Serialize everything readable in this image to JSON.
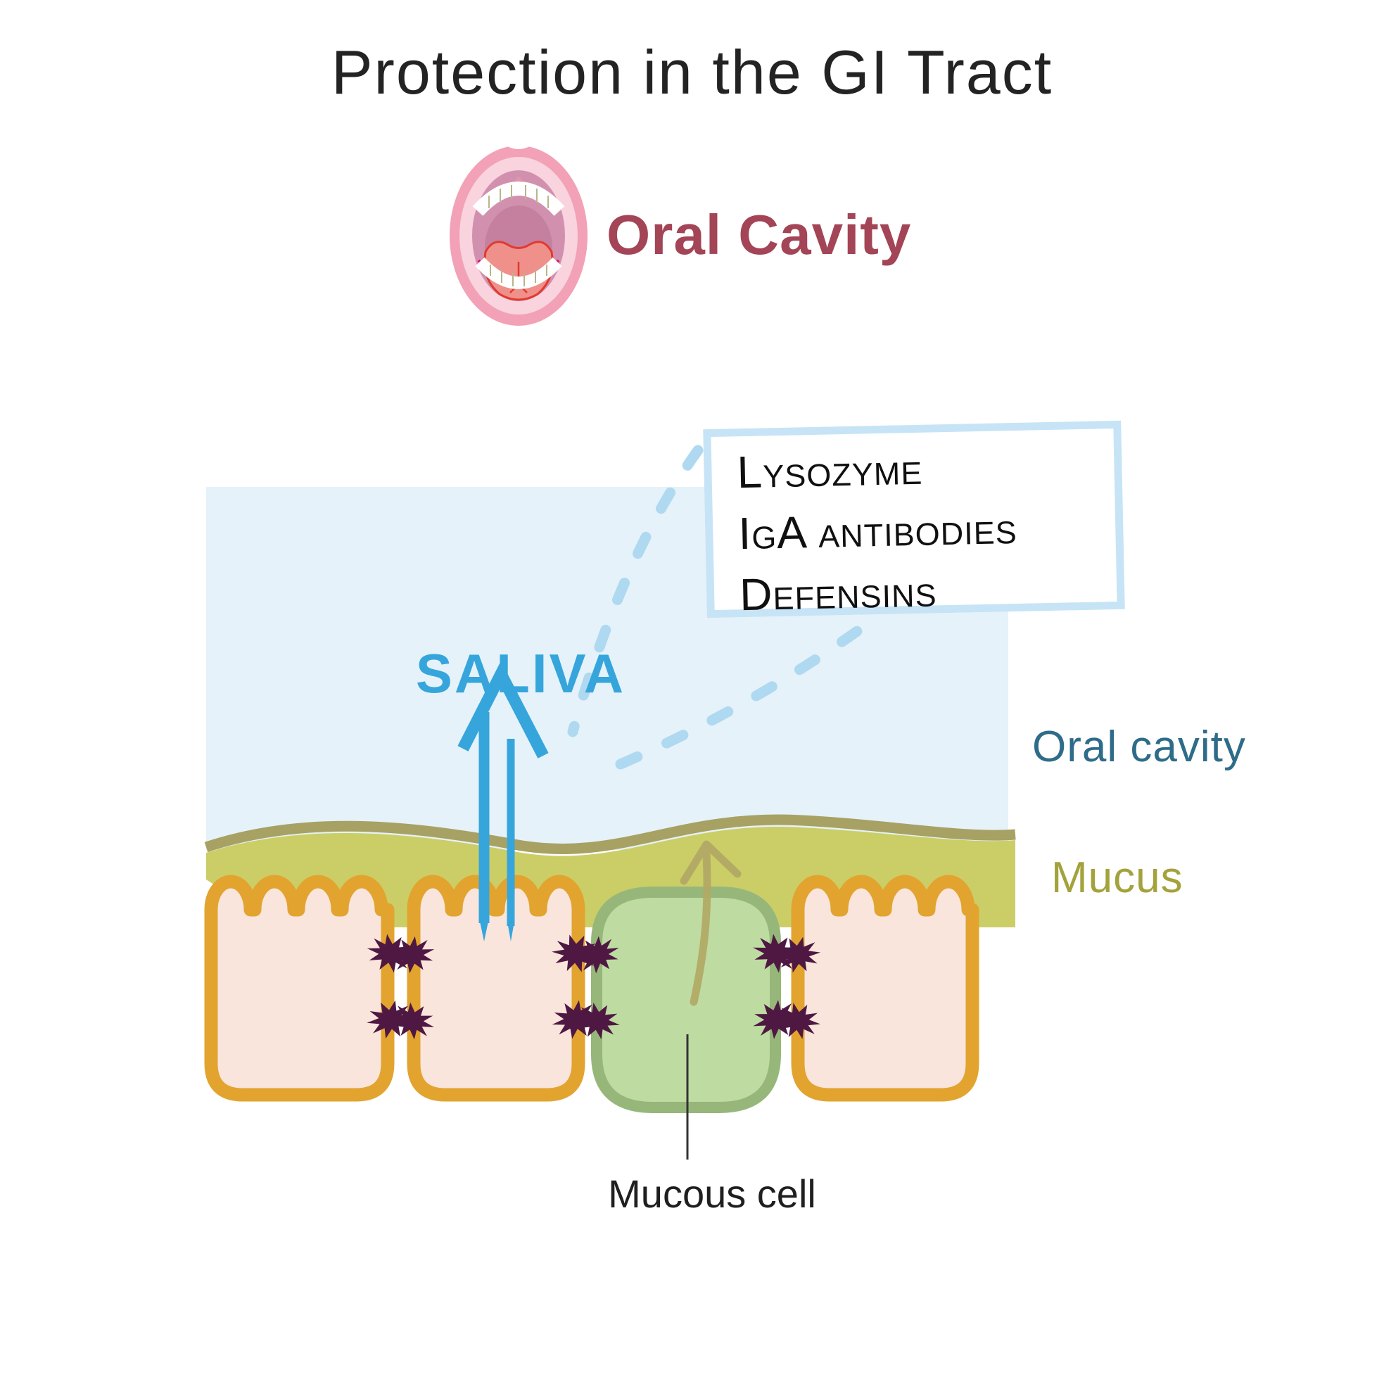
{
  "page": {
    "title": "Protection in the GI Tract",
    "background": "#FFFFFF"
  },
  "header": {
    "section_label": "Oral Cavity",
    "section_color": "#A34457",
    "icon": "open-mouth-icon"
  },
  "callout": {
    "items": [
      "Lysozyme",
      "IgA antibodies",
      "Defensins"
    ],
    "border_color": "#C6E4F6",
    "text_color": "#101010"
  },
  "diagram": {
    "saliva_label": "SALIVA",
    "region_labels": {
      "oral_cavity": "Oral cavity",
      "mucus": "Mucus",
      "mucous_cell": "Mucous cell"
    },
    "colors": {
      "saliva_blue": "#36A5DC",
      "oral_cavity_fill": "#E5F2F9",
      "oral_cavity_label": "#2E6C89",
      "mucus_fill": "#CBCE67",
      "mucus_surface_line": "#A8A164",
      "mucus_label": "#A3A23C",
      "epithelial_cell_border": "#E2A42F",
      "epithelial_cell_fill": "#F9E5DC",
      "mucous_cell_fill": "#BEDBA2",
      "mucous_cell_border": "#97B77A",
      "tight_junction_purple": "#4F1843",
      "secretion_arrow_olive": "#B2A965",
      "dashed_connector_blue": "#AFD9F0"
    }
  }
}
